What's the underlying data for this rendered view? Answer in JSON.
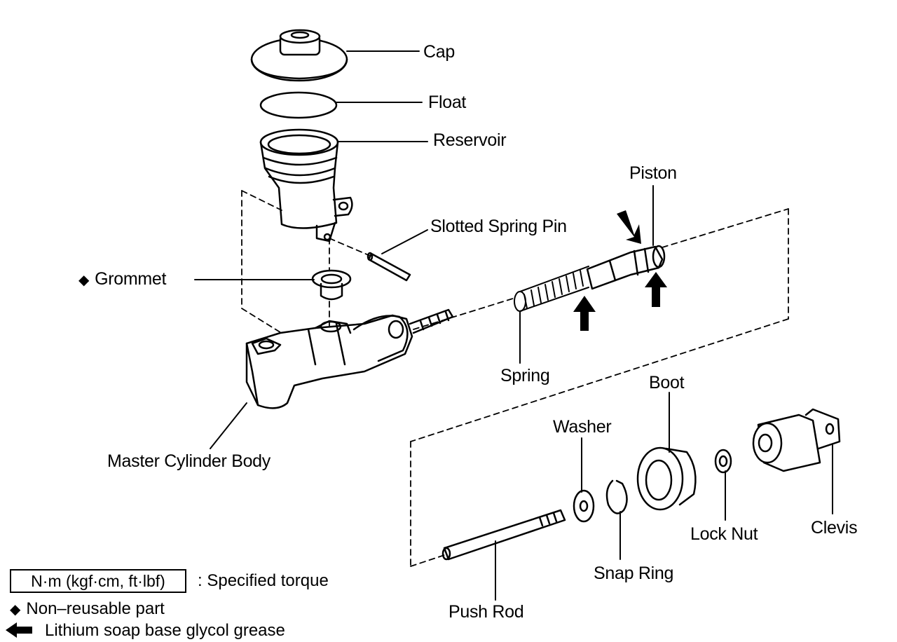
{
  "labels": {
    "cap": "Cap",
    "float": "Float",
    "reservoir": "Reservoir",
    "piston": "Piston",
    "slotted_spring_pin": "Slotted Spring Pin",
    "grommet": "Grommet",
    "spring": "Spring",
    "master_cylinder_body": "Master Cylinder Body",
    "boot": "Boot",
    "washer": "Washer",
    "lock_nut": "Lock Nut",
    "clevis": "Clevis",
    "snap_ring": "Snap Ring",
    "push_rod": "Push Rod"
  },
  "legend": {
    "torque_unit": "N·m (kgf·cm, ft·lbf)",
    "torque_text": ": Specified torque",
    "non_reusable": "Non–reusable part",
    "grease": "Lithium soap base glycol grease"
  },
  "icons": {
    "non_reusable_marker": "diamond-icon",
    "grease_marker": "arrow-left-icon"
  },
  "colors": {
    "ink": "#000000",
    "background": "#ffffff"
  }
}
